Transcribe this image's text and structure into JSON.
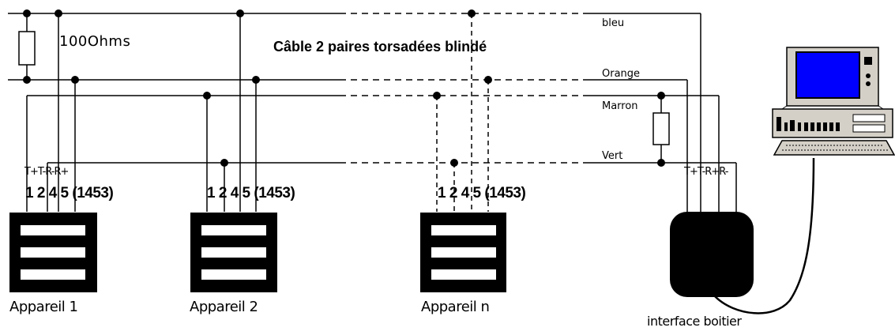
{
  "title": "Câble 2 paires torsadées blindé",
  "resistor_label": "100Ohms",
  "wires": {
    "bleu": "bleu",
    "orange": "Orange",
    "marron": "Marron",
    "vert": "Vert"
  },
  "pin_header": "T+T-R-R+",
  "pin_header_interface": "T+T-R+R-",
  "pin_numbers": "1 2 4 5 (1453)",
  "devices": [
    "Appareil 1",
    "Appareil 2",
    "Appareil n"
  ],
  "interface_label": "interface boitier",
  "colors": {
    "line": "#000000",
    "screen": "#0000ff",
    "computer_body": "#d4d0c8"
  }
}
